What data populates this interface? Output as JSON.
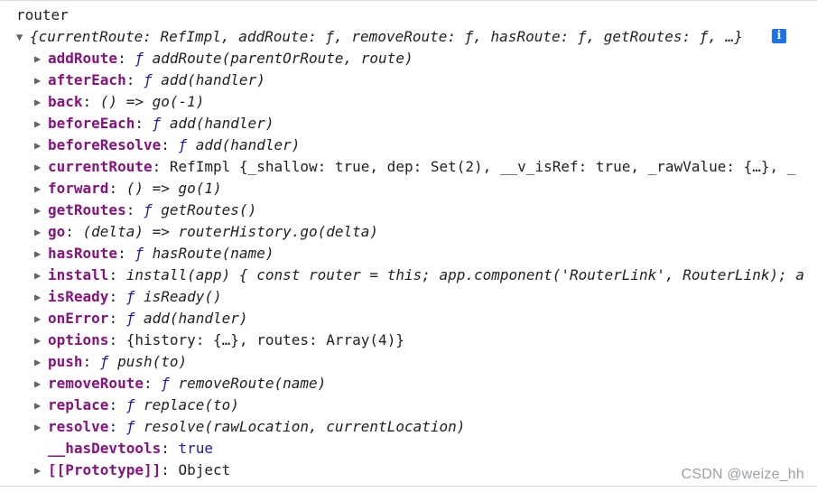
{
  "console": {
    "variable_name": "router",
    "root_summary": "{currentRoute: RefImpl, addRoute: ƒ, removeRoute: ƒ, hasRoute: ƒ, getRoutes: ƒ, …}",
    "info_icon": "info-icon",
    "properties": [
      {
        "key": "addRoute",
        "f": "ƒ",
        "value": "addRoute(parentOrRoute, route)",
        "expandable": true
      },
      {
        "key": "afterEach",
        "f": "ƒ",
        "value": "add(handler)",
        "expandable": true
      },
      {
        "key": "back",
        "f": "",
        "value": "() => go(-1)",
        "expandable": true
      },
      {
        "key": "beforeEach",
        "f": "ƒ",
        "value": "add(handler)",
        "expandable": true
      },
      {
        "key": "beforeResolve",
        "f": "ƒ",
        "value": "add(handler)",
        "expandable": true
      },
      {
        "key": "currentRoute",
        "f": "",
        "value": "RefImpl {_shallow: true, dep: Set(2), __v_isRef: true, _rawValue: {…}, _",
        "expandable": true
      },
      {
        "key": "forward",
        "f": "",
        "value": "() => go(1)",
        "expandable": true
      },
      {
        "key": "getRoutes",
        "f": "ƒ",
        "value": "getRoutes()",
        "expandable": true
      },
      {
        "key": "go",
        "f": "",
        "value": "(delta) => routerHistory.go(delta)",
        "expandable": true
      },
      {
        "key": "hasRoute",
        "f": "ƒ",
        "value": "hasRoute(name)",
        "expandable": true
      },
      {
        "key": "install",
        "f": "",
        "value": "install(app) { const router = this; app.component('RouterLink', RouterLink); a",
        "expandable": true
      },
      {
        "key": "isReady",
        "f": "ƒ",
        "value": "isReady()",
        "expandable": true
      },
      {
        "key": "onError",
        "f": "ƒ",
        "value": "add(handler)",
        "expandable": true
      },
      {
        "key": "options",
        "f": "",
        "value": "{history: {…}, routes: Array(4)}",
        "expandable": true
      },
      {
        "key": "push",
        "f": "ƒ",
        "value": "push(to)",
        "expandable": true
      },
      {
        "key": "removeRoute",
        "f": "ƒ",
        "value": "removeRoute(name)",
        "expandable": true
      },
      {
        "key": "replace",
        "f": "ƒ",
        "value": "replace(to)",
        "expandable": true
      },
      {
        "key": "resolve",
        "f": "ƒ",
        "value": "resolve(rawLocation, currentLocation)",
        "expandable": true
      },
      {
        "key": "__hasDevtools",
        "f": "",
        "value": "true",
        "expandable": false
      },
      {
        "key": "[[Prototype]]",
        "f": "",
        "value": "Object",
        "expandable": true
      }
    ]
  },
  "watermark": "CSDN @weize_hh"
}
